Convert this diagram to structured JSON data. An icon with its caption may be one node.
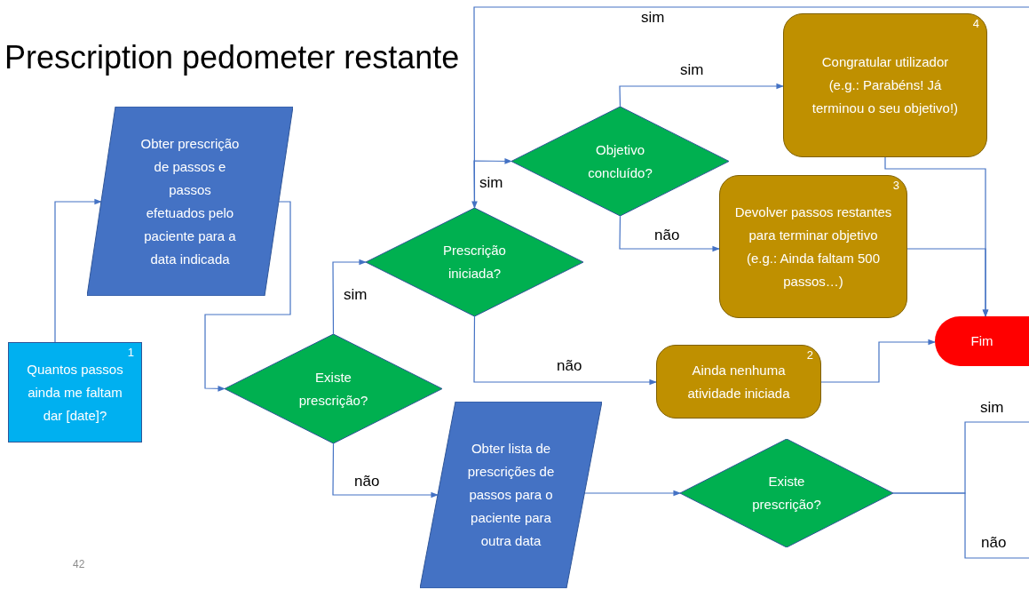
{
  "diagram": {
    "title": "Prescription pedometer restante",
    "nodes": [
      {
        "text": [
          "1",
          "Quantos passos ainda me faltam dar [date]?"
        ]
      },
      {
        "text": [
          "Obter prescrição de passos e passos efetuados pelo paciente para a data indicada"
        ]
      },
      {
        "text": [
          "Existe prescrição?"
        ]
      },
      {
        "text": [
          "Prescrição iniciada?"
        ]
      },
      {
        "text": [
          "Objetivo concluído?"
        ]
      },
      {
        "text": [
          "4",
          "Congratular utilizador (e.g.: Parabéns! Já terminou o seu objetivo!)"
        ]
      },
      {
        "text": [
          "3",
          "Devolver passos restantes para terminar objetivo (e.g.: Ainda faltam 500 passos…)"
        ]
      },
      {
        "text": [
          "2",
          "Ainda nenhuma atividade iniciada"
        ]
      },
      {
        "text": [
          "Fim"
        ]
      },
      {
        "text": [
          "Obter lista de prescrições de passos para o paciente para outra data"
        ]
      },
      {
        "text": [
          "Existe prescrição?"
        ]
      }
    ],
    "edges": [
      {
        "from": 0,
        "to": 1,
        "arrow": "to"
      },
      {
        "from": 1,
        "to": 2,
        "arrow": "to"
      },
      {
        "from": 2,
        "to": 3,
        "arrow": "to",
        "label": "sim"
      },
      {
        "from": 2,
        "to": 9,
        "arrow": "to",
        "label": "não"
      },
      {
        "from": null,
        "to": 3,
        "arrow": "to",
        "label": "sim"
      },
      {
        "from": 3,
        "to": 4,
        "arrow": "to",
        "label": "sim"
      },
      {
        "from": 3,
        "to": 7,
        "arrow": "to",
        "label": "não"
      },
      {
        "from": 4,
        "to": 5,
        "arrow": "to",
        "label": "sim"
      },
      {
        "from": 4,
        "to": 6,
        "arrow": "to",
        "label": "não"
      },
      {
        "from": 5,
        "to": 8,
        "arrow": "to"
      },
      {
        "from": 6,
        "to": 8,
        "arrow": "to"
      },
      {
        "from": 7,
        "to": 8,
        "arrow": "to"
      },
      {
        "from": 9,
        "to": 10,
        "arrow": "to"
      },
      {
        "from": 10,
        "to": null,
        "arrow": "none",
        "label": "sim"
      },
      {
        "from": 10,
        "to": null,
        "arrow": "none",
        "label": "não"
      }
    ],
    "labels": [
      "42"
    ]
  }
}
